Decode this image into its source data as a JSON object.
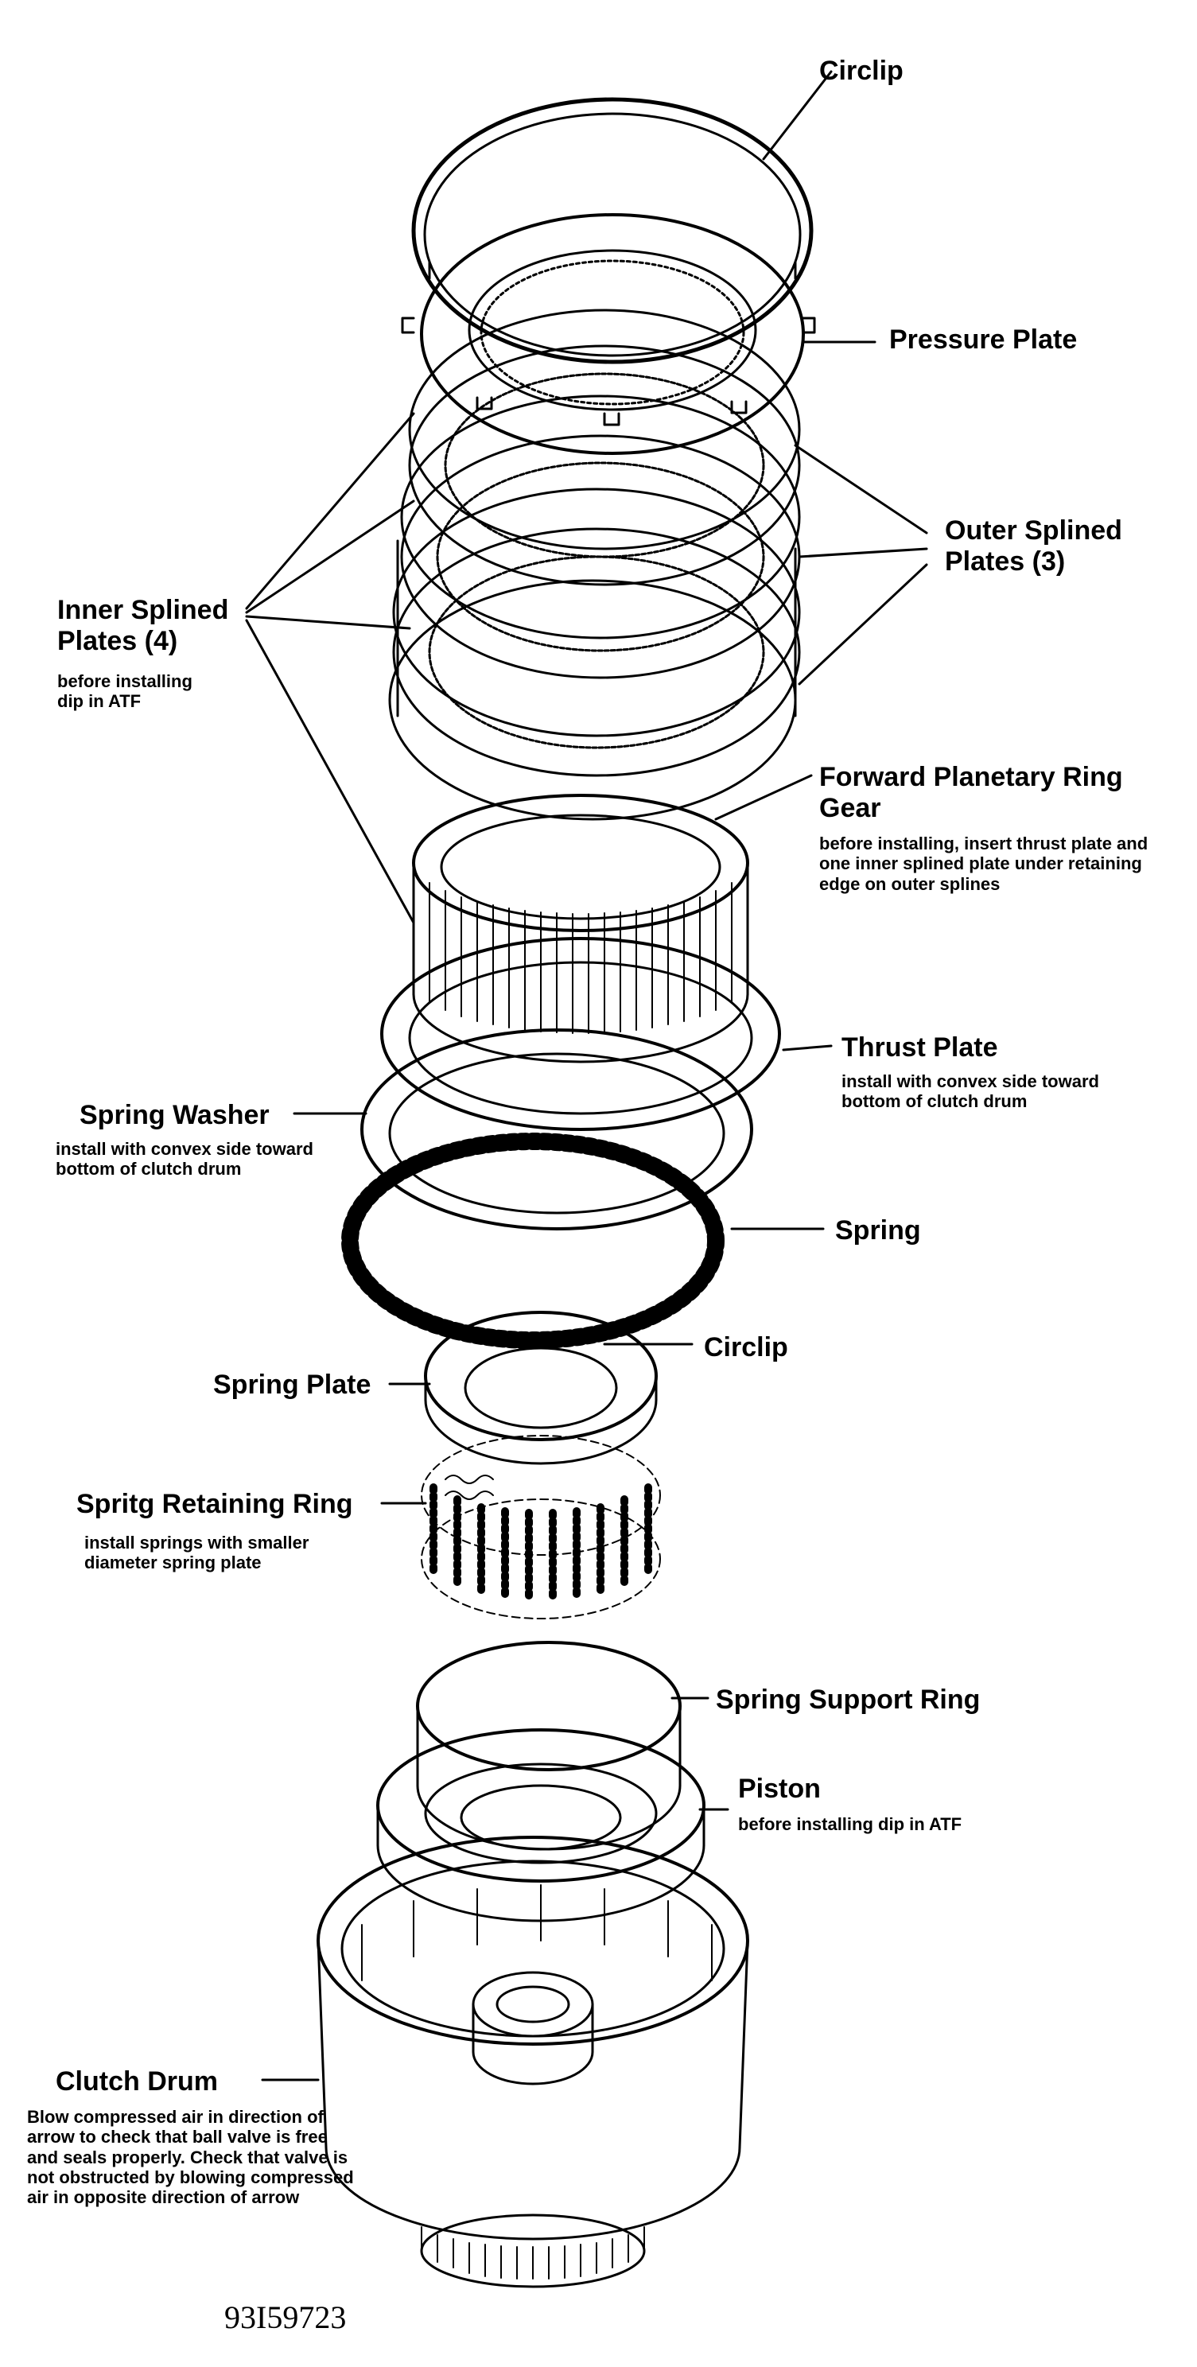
{
  "labels": {
    "circlip_top": {
      "title": "Circlip"
    },
    "pressure_plate": {
      "title": "Pressure Plate"
    },
    "outer_splined": {
      "title": "Outer Splined Plates (3)"
    },
    "inner_splined": {
      "title": "Inner Splined Plates (4)",
      "note": "before installing dip in ATF"
    },
    "ring_gear": {
      "title": "Forward Planetary Ring Gear",
      "note": "before installing, insert thrust plate and one inner splined plate under retaining edge on outer splines"
    },
    "thrust_plate": {
      "title": "Thrust Plate",
      "note": "install with convex side toward bottom of clutch drum"
    },
    "spring_washer": {
      "title": "Spring Washer",
      "note": "install with convex side toward bottom of clutch drum"
    },
    "spring": {
      "title": "Spring"
    },
    "circlip_mid": {
      "title": "Circlip"
    },
    "spring_plate": {
      "title": "Spring Plate"
    },
    "retaining_ring": {
      "title": "Spritg Retaining Ring",
      "note": "install springs with smaller diameter spring plate"
    },
    "support_ring": {
      "title": "Spring Support Ring"
    },
    "piston": {
      "title": "Piston",
      "note": "before installing dip in ATF"
    },
    "clutch_drum": {
      "title": "Clutch Drum",
      "note": "Blow compressed air in direction of arrow to check that ball valve is free and seals properly. Check that valve is not obstructed by blowing compressed air in opposite direction of arrow"
    }
  },
  "figure_code": "93I59723"
}
